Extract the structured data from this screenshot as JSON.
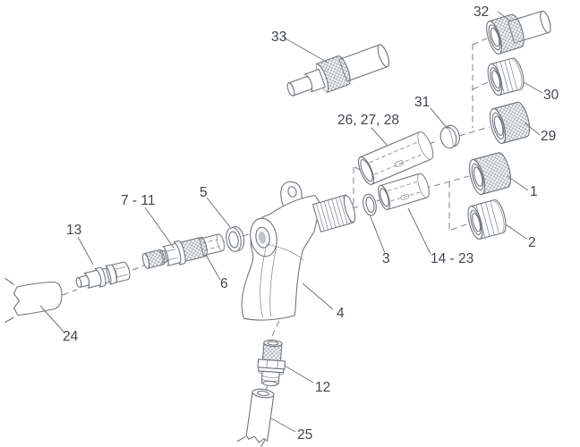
{
  "diagram": {
    "background": "#ffffff",
    "line_color": "#70757b",
    "text_color": "#41454b",
    "labels": {
      "p1": "1",
      "p2": "2",
      "p3": "3",
      "p4": "4",
      "p5": "5",
      "p6": "6",
      "p7_11": "7 - 11",
      "p12": "12",
      "p13": "13",
      "p14_23": "14 - 23",
      "p24": "24",
      "p25": "25",
      "p26_28": "26, 27, 28",
      "p29": "29",
      "p30": "30",
      "p31": "31",
      "p32": "32",
      "p33": "33"
    }
  }
}
